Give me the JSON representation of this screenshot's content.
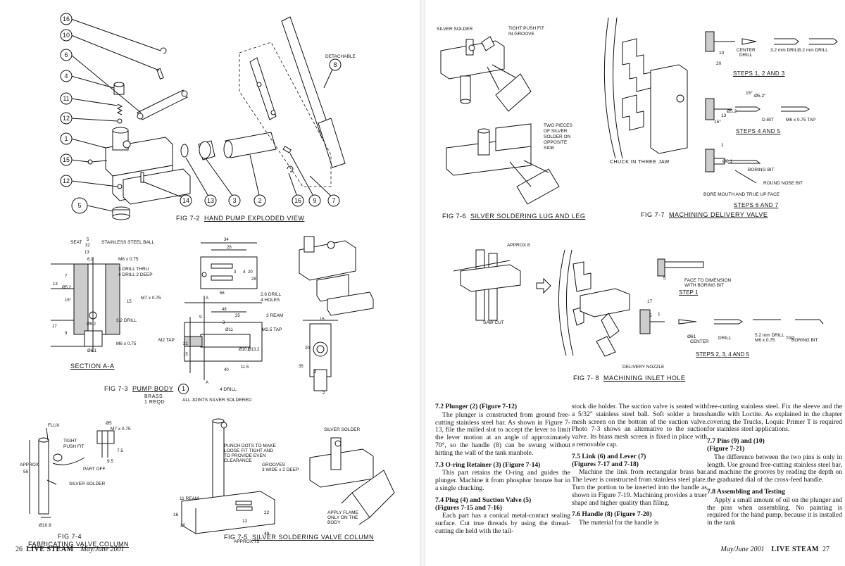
{
  "left_page": {
    "folio": {
      "number": "26",
      "magazine": "LIVE STEAM",
      "date": "May/June 2001"
    },
    "fig_7_2": {
      "caption_num": "FIG 7-2",
      "caption_title": "HAND PUMP EXPLODED VIEW",
      "detachable_label": "DETACHABLE",
      "callouts": [
        "16",
        "10",
        "6",
        "4",
        "11",
        "12",
        "1",
        "15",
        "12",
        "5",
        "14",
        "13",
        "3",
        "2",
        "16",
        "9",
        "7",
        "8"
      ]
    },
    "fig_7_3": {
      "caption_num": "FIG 7-3",
      "caption_title": "PUMP BODY",
      "caption_callout": "1",
      "material": "BRASS",
      "quantity": "1 REQD",
      "section_label": "SECTION A-A",
      "seat_label": "SEAT",
      "seat_fraction_num": "5",
      "seat_fraction_den": "32",
      "seat_suffix": "STAINLESS STEEL BALL",
      "notes": [
        "M6 x 0.75",
        "3 DRILL THRU",
        "4 DRILL 2 DEEP",
        "M7 x 0.75",
        "3.2 DRILL",
        "M6 x 0.75",
        "2.6 DRILL",
        "4 HOLES",
        "3 REAM",
        "M2.5 TAP",
        "M2 TAP",
        "4 DRILL",
        "ALL JOINTS SILVER SOLDERED"
      ],
      "dims": [
        "13",
        "6.1",
        "7",
        "13",
        "Ø5.2",
        "15°",
        "15",
        "17",
        "9",
        "Ø5.2",
        "Ø6.1",
        "34",
        "26",
        "4",
        "3",
        "20",
        "28",
        "56",
        "48",
        "25",
        "9",
        "3",
        "Ø11",
        "21",
        "15",
        "Ø10.1",
        "Ø13.2",
        "11.5",
        "40",
        "35",
        "16",
        "20",
        "3",
        "2",
        "A",
        "A"
      ]
    },
    "fig_7_4": {
      "caption_num": "FIG 7-4",
      "caption_title": "FABRICATING VALVE COLUMN",
      "labels": [
        "FLUX",
        "TIGHT",
        "PUSH FIT",
        "Ø5",
        "M7 x 0.75",
        "7.5",
        "9.5",
        "PART OFF",
        "SILVER SOLDER",
        "APPROX",
        "55",
        "Ø10.9"
      ]
    },
    "fig_7_5": {
      "caption_num": "FIG 7-5",
      "caption_title": "SILVER SOLDERING VALVE COLUMN",
      "labels": [
        "PUNCH DOTS TO MAKE",
        "LOOSE FIT TIGHT AND",
        "TO PROVIDE EVEN",
        "CLEARANCE",
        "GROOVES",
        "3 WIDE x 2 DEEP",
        "11 REAM",
        "SILVER SOLDER",
        "APPLY FLAME",
        "ONLY ON THE",
        "BODY",
        "16",
        "20",
        "22",
        "12",
        "48",
        "APPROX 75"
      ]
    }
  },
  "right_page": {
    "folio": {
      "number": "27",
      "magazine": "LIVE STEAM",
      "date": "May/June 2001"
    },
    "fig_7_6": {
      "caption_num": "FIG 7-6",
      "caption_title": "SILVER SOLDERING LUG AND LEG",
      "labels": [
        "SILVER SOLDER",
        "TIGHT PUSH FIT",
        "IN GROOVE",
        "TWO PIECES",
        "OF SILVER",
        "SOLDER ON",
        "OPPOSITE",
        "SIDE"
      ]
    },
    "fig_7_7": {
      "caption_num": "FIG 7-7",
      "caption_title": "MACHINING DELIVERY VALVE",
      "chuck_label": "CHUCK IN THREE JAW",
      "step_labels": [
        "STEPS 1, 2 AND 3",
        "STEPS 4 AND 5",
        "STEPS 6 AND 7"
      ],
      "labels": [
        "CENTER",
        "DRILL",
        "3.2 mm DRILL",
        "5.2 mm DRILL",
        "10",
        "20",
        "15°",
        "Ø5.2\"",
        "Ø5.2",
        "13",
        "15°",
        "D-BIT",
        "M6 x 0.75 TAP",
        "1",
        "Ø6.1",
        "BORING BIT",
        "ROUND NOSE BIT",
        "BORE MOUTH AND TRUE UP FACE"
      ]
    },
    "fig_7_8": {
      "caption_num": "FIG 7- 8",
      "caption_title": "MACHINING INLET HOLE",
      "labels": [
        "APPROX 6",
        "SAW CUT",
        "DELIVERY NOZZLE",
        "FACE TO DIMENSION",
        "WITH BORING BIT",
        "STEP 1",
        "5",
        "17",
        "1",
        "Ø61",
        "CENTER",
        "DRILL",
        "5.2 mm DRILL",
        "M6 x 0.75",
        "TAP",
        "BORING BIT",
        "STEPS 2, 3, 4 AND 5"
      ]
    }
  },
  "article": {
    "columns": [
      [
        {
          "type": "heading",
          "text": "7.2 Plunger (2) (Figure 7-12)"
        },
        {
          "type": "para",
          "text": "The plunger is constructed from ground free-cutting stainless steel bar. As shown in Figure 7-13, file the milled slot to accept the lever to limit the lever motion at an angle of approximately 70°, so the handle (8) can be swung without hitting the wall of the tank manhole."
        },
        {
          "type": "heading",
          "text": "7.3 O-ring Retainer (3) (Figure 7-14)"
        },
        {
          "type": "para",
          "text": "This part retains the O-ring and guides the plunger. Machine it from phosphor bronze bar in a single chucking."
        },
        {
          "type": "heading",
          "text": "7.4 Plug (4) and Suction Valve (5)"
        },
        {
          "type": "heading",
          "text": "(Figures 7-15 and 7-16)"
        },
        {
          "type": "para",
          "text": "Each part has a conical metal-contact sealing surface. Cut true threads by using the thread-cutting die held with the tail-"
        }
      ],
      [
        {
          "type": "para_cont",
          "text": "stock die holder. The suction valve is seated with a 5/32\" stainless steel ball. Soft solder a brass mesh screen on the bottom of the suction valve. Photo 7-3 shows an alternative to the suction valve. Its brass mesh screen is fixed in place with a removable cap."
        },
        {
          "type": "heading",
          "text": "7.5 Link (6) and Lever (7)"
        },
        {
          "type": "heading",
          "text": "(Figures 7-17 and 7-18)"
        },
        {
          "type": "para",
          "text": "Machine the link from rectangular brass bar. The lever is constructed from stainless steel plate. Turn the portion to be inserted into the handle as shown in Figure 7-19. Machining provides a truer shape and higher quality than filing."
        },
        {
          "type": "heading",
          "text": "7.6 Handle (8) (Figure 7-20)"
        },
        {
          "type": "para",
          "text": "The material for the handle is"
        }
      ],
      [
        {
          "type": "para_cont",
          "text": "free-cutting stainless steel. Fix the sleeve and the handle with Loctite. As explained in the chapter covering the Trucks, Loquic Primer T is required for stainless steel applications."
        },
        {
          "type": "heading",
          "text": "7.7 Pins (9) and (10)"
        },
        {
          "type": "heading",
          "text": "(Figure 7-21)"
        },
        {
          "type": "para",
          "text": "The difference between the two pins is only in length. Use ground free-cutting stainless steel bar, and machine the grooves by reading the depth on the graduated dial of the cross-feed handle."
        },
        {
          "type": "heading",
          "text": "7.8 Assembling and Testing"
        },
        {
          "type": "para",
          "text": "Apply a small amount of oil on the plunger and the pins when assembling. No painting is required for the hand pump, because it is installed in the tank"
        }
      ]
    ]
  }
}
